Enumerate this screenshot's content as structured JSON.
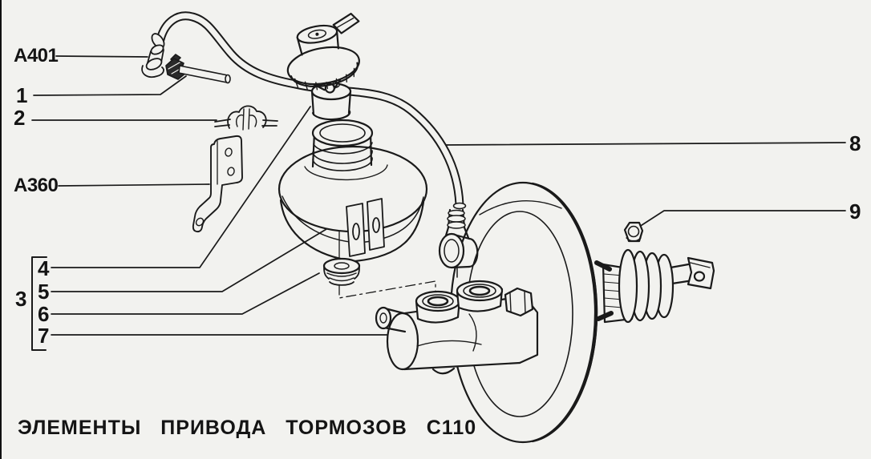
{
  "figure": {
    "caption": "ЭЛЕМЕНТЫ ПРИВОДА ТОРМОЗОВ С110",
    "callouts": {
      "a401": "A401",
      "n1": "1",
      "n2": "2",
      "a360": "A360",
      "n3": "3",
      "n4": "4",
      "n5": "5",
      "n6": "6",
      "n7": "7",
      "n8": "8",
      "n9": "9"
    },
    "colors": {
      "ink": "#1a1a1a",
      "paper": "#f2f2ef"
    }
  }
}
